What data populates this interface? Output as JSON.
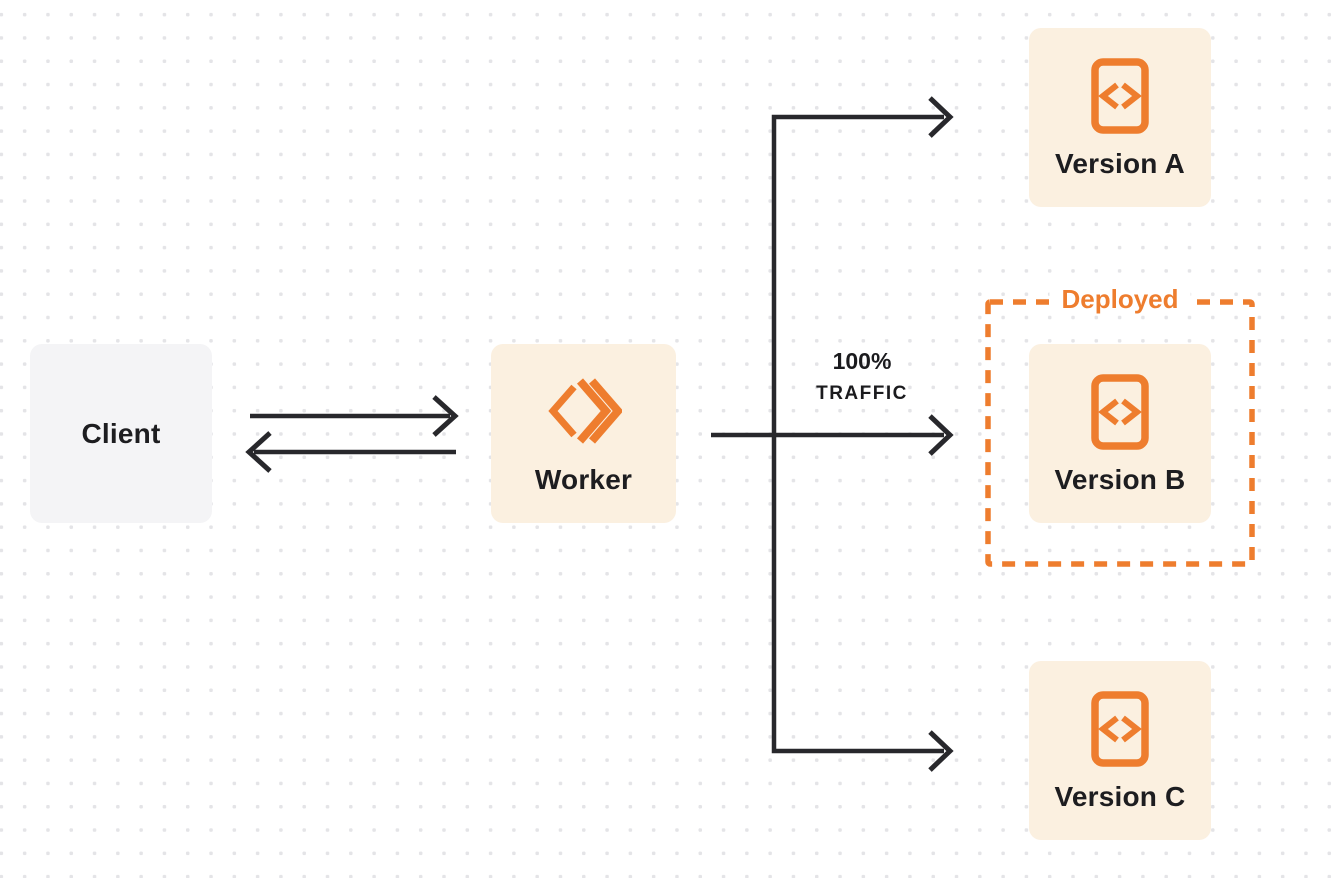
{
  "diagram": {
    "client": {
      "label": "Client"
    },
    "worker": {
      "label": "Worker"
    },
    "traffic": {
      "line1": "100%",
      "line2": "TRAFFIC"
    },
    "deployed": {
      "label": "Deployed"
    },
    "versions": [
      {
        "label": "Version A",
        "deployed": false
      },
      {
        "label": "Version B",
        "deployed": true
      },
      {
        "label": "Version C",
        "deployed": false
      }
    ],
    "colors": {
      "accent_orange": "#EE7D2E",
      "node_cream": "#FBF0E0",
      "node_gray": "#F4F4F6",
      "connector_dark": "#28282C",
      "label_dark": "#1D1D20",
      "dot_grid": "#E4E4E7"
    }
  }
}
